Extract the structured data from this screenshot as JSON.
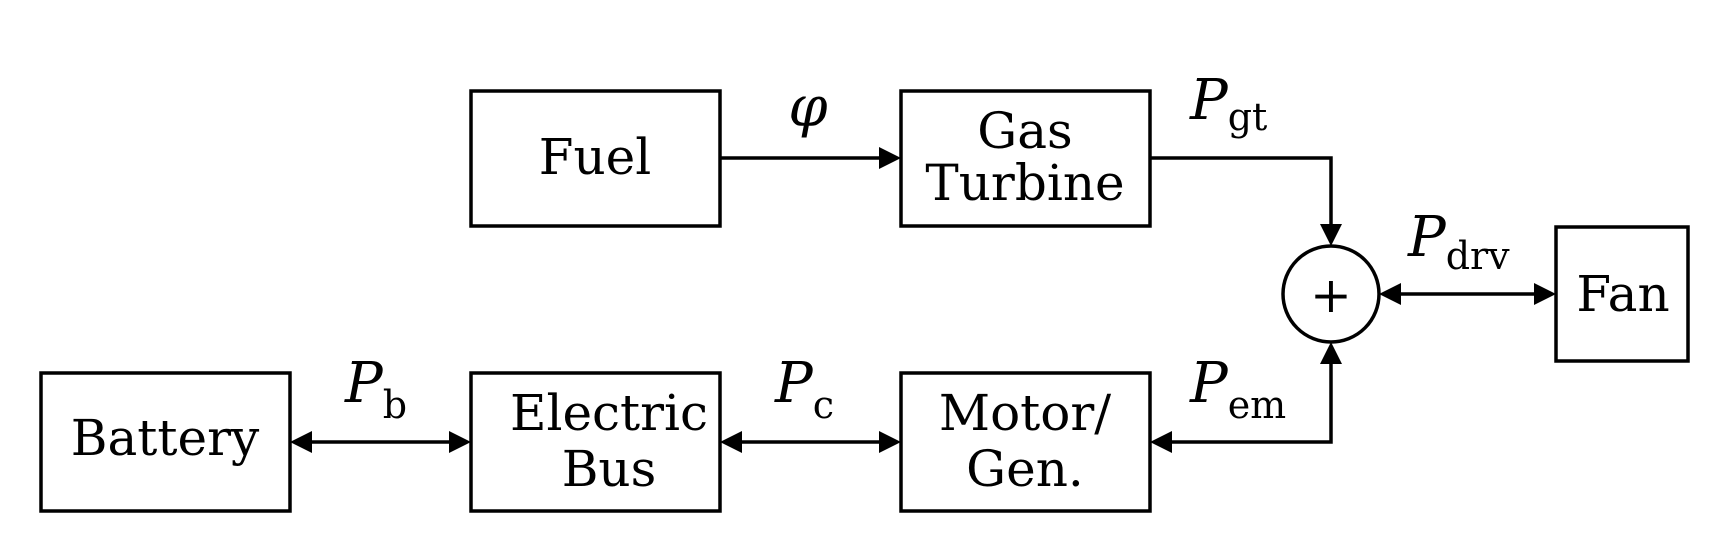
{
  "blocks": {
    "fuel": "Fuel",
    "gas_turbine": [
      "Gas",
      "Turbine"
    ],
    "battery": "Battery",
    "electric_bus": [
      "Electric",
      "Bus"
    ],
    "motor_gen": [
      "Motor/",
      "Gen."
    ],
    "fan": "Fan",
    "summer": "+"
  },
  "signals": {
    "phi": "φ",
    "p_gt": {
      "sym": "P",
      "sub": "gt"
    },
    "p_drv": {
      "sym": "P",
      "sub": "drv"
    },
    "p_b": {
      "sym": "P",
      "sub": "b"
    },
    "p_c": {
      "sym": "P",
      "sub": "c"
    },
    "p_em": {
      "sym": "P",
      "sub": "em"
    }
  }
}
